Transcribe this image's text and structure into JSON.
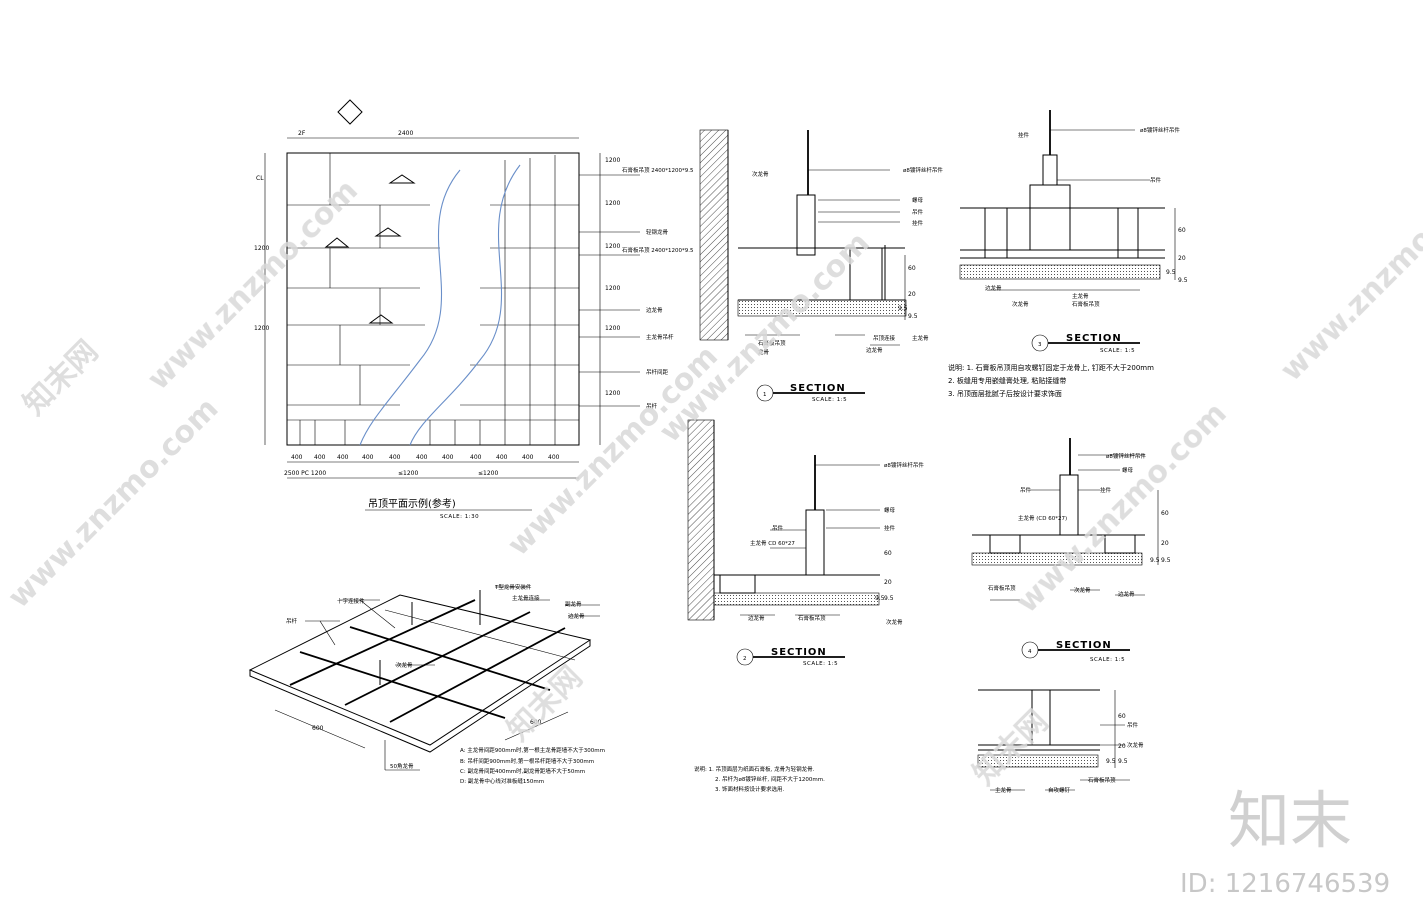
{
  "plan": {
    "top_dims": [
      "2F",
      "2400"
    ],
    "left_dims": [
      "CL",
      "1200",
      "1200"
    ],
    "right_dims": [
      "1200",
      "1200",
      "1200",
      "1200",
      "1200",
      "1200"
    ],
    "bottom_dims": [
      "400",
      "400",
      "400",
      "400",
      "400",
      "400",
      "400",
      "400",
      "400",
      "400",
      "400"
    ],
    "bottom_totals": [
      "≤1200",
      "≤1200"
    ],
    "bottom_left": "2500 PC 1200",
    "callouts": [
      "石膏板吊顶 2400*1200*9.5",
      "轻钢龙骨",
      "石膏板吊顶 2400*1200*9.5",
      "边龙骨",
      "主龙骨吊杆",
      "吊杆间距",
      "吊杆"
    ],
    "title": "吊顶平面示例(参考)",
    "scale": "SCALE: 1:30"
  },
  "iso": {
    "labels": [
      "十字连接件",
      "T型龙骨安装件",
      "主龙骨连接",
      "副龙骨",
      "吊杆",
      "次龙骨",
      "边龙骨"
    ],
    "dims": [
      "600",
      "600"
    ],
    "bottom_label": "50角龙骨",
    "notes": [
      "A: 主龙骨间距900mm时,第一根主龙骨距墙不大于300mm",
      "B: 吊杆间距900mm时,第一根吊杆距墙不大于300mm",
      "C: 副龙骨间距400mm时,副龙骨距墙不大于50mm",
      "D: 副龙骨中心线对准板缝150mm"
    ]
  },
  "section1": {
    "labels": [
      "ø8镀锌丝杆吊件",
      "螺母",
      "吊件",
      "挂件",
      "次龙骨",
      "吊顶连接",
      "主龙骨",
      "石膏板吊顶",
      "龙骨",
      "边龙骨"
    ],
    "dims": [
      "60",
      "20",
      "9.5",
      "9.5"
    ],
    "title": "SECTION",
    "scale": "SCALE: 1:5",
    "num": "1"
  },
  "section2": {
    "labels": [
      "ø8镀锌丝杆吊件",
      "螺母",
      "吊件",
      "挂件",
      "主龙骨 CD 60*27",
      "次龙骨",
      "石膏板吊顶",
      "边龙骨"
    ],
    "dims": [
      "60",
      "20",
      "9.5",
      "9.5"
    ],
    "title": "SECTION",
    "scale": "SCALE: 1:5",
    "num": "2",
    "notes": [
      "说明: 1. 石膏板吊顶用自攻螺钉固定于龙骨上, 钉距不大于200mm",
      "2. 板缝用专用嵌缝膏处理, 粘贴接缝带",
      "3. 吊顶面层批腻子后按设计要求饰面"
    ]
  },
  "section3": {
    "labels": [
      "ø8镀锌丝杆吊件",
      "吊件",
      "挂件",
      "主龙骨",
      "次龙骨",
      "石膏板吊顶",
      "边龙骨"
    ],
    "dims": [
      "60",
      "20",
      "9.5",
      "9.5"
    ],
    "title": "SECTION",
    "scale": "SCALE: 1:5",
    "num": "3"
  },
  "section4": {
    "labels": [
      "ø8镀锌丝杆吊件",
      "螺母",
      "吊件",
      "挂件",
      "主龙骨 (CD 60*27)",
      "次龙骨",
      "石膏板吊顶",
      "边龙骨"
    ],
    "dims": [
      "60",
      "20",
      "9.5",
      "9.5"
    ],
    "title": "SECTION",
    "scale": "SCALE: 1:5",
    "num": "4"
  },
  "section5": {
    "labels": [
      "吊件",
      "次龙骨",
      "石膏板吊顶",
      "主龙骨",
      "自攻螺钉"
    ],
    "dims": [
      "60",
      "20",
      "9.5",
      "9.5"
    ]
  },
  "notes_bottom": [
    "说明: 1. 吊顶面层为纸面石膏板, 龙骨为轻钢龙骨.",
    "2. 吊杆为ø8镀锌丝杆, 间距不大于1200mm.",
    "3. 饰面材料按设计要求选用."
  ],
  "watermark": {
    "site": "www.znzmo.com",
    "brand_cn": "知末网",
    "logo": "知末",
    "id": "ID: 1216746539"
  }
}
